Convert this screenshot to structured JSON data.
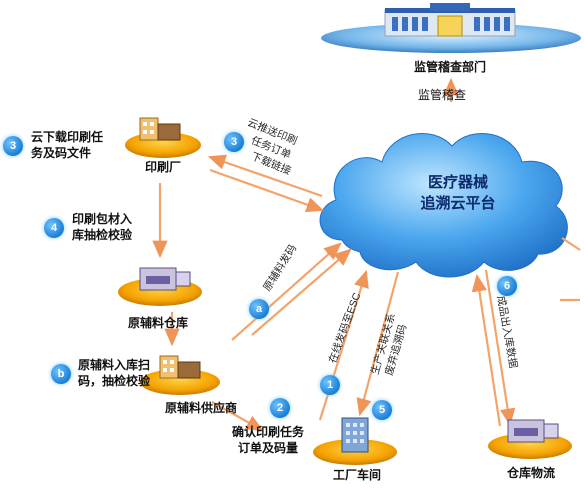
{
  "cloud_title": "医疗器械",
  "cloud_subtitle": "追溯云平台",
  "nodes": {
    "regulator": "监管稽查部门",
    "printer": "印刷厂",
    "material_warehouse": "原辅料仓库",
    "material_supplier": "原辅料供应商",
    "factory": "工厂车间",
    "warehouse": "仓库物流"
  },
  "steps": [
    {
      "num": "3",
      "line1": "云下载印刷任",
      "line2": "务及码文件"
    },
    {
      "num": "4",
      "line1": "印刷包材入",
      "line2": "库抽检校验"
    },
    {
      "num": "b",
      "line1": "原辅料入库扫",
      "line2": "码，抽检校验"
    },
    {
      "num": "2",
      "line1": "确认印刷任务",
      "line2": "订单及码量"
    }
  ],
  "badges": {
    "push": "3",
    "material": "a",
    "online": "1",
    "relation": "5",
    "stock": "6"
  },
  "flows": {
    "audit": "监管稽查",
    "push_l1": "云推送印刷",
    "push_l2": "任务订单",
    "push_l3": "下载链接",
    "material_code": "原辅料发码",
    "online_code": "在线发码至ESC",
    "relation_l1": "生产关联关系",
    "relation_l2": "废弃追溯码",
    "stock_data": "成品出入库数据"
  },
  "colors": {
    "cloud": "#3a9be8",
    "arrow": "#f2a46a",
    "badge": "#1a7fd6",
    "node_base": "#f5a300"
  }
}
